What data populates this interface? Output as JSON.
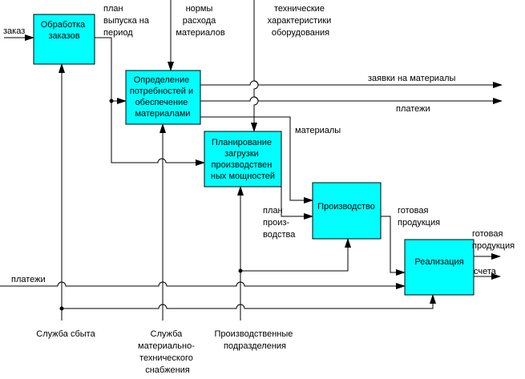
{
  "colors": {
    "box_fill": "#00ffff",
    "line": "#000000",
    "background": "#ffffff"
  },
  "boxes": {
    "order_processing": [
      "Обработка",
      "заказов"
    ],
    "materials": [
      "Определение",
      "потребностей и",
      "обеспечение",
      "материалами"
    ],
    "planning": [
      "Планирование",
      "загрузки",
      "производствен",
      "ных мощностей"
    ],
    "production": [
      "Производство"
    ],
    "sales": [
      "Реализация"
    ]
  },
  "labels": {
    "order": "заказ",
    "release_plan": [
      "план",
      "выпуска на",
      "период"
    ],
    "consumption_norms": [
      "нормы",
      "расхода",
      "материалов"
    ],
    "tech_specs": [
      "технические",
      "характеристики",
      "оборудования"
    ],
    "material_requests": "заявки на материалы",
    "payments_out": "платежи",
    "materials": "материалы",
    "production_plan": [
      "план",
      "произ-",
      "водства"
    ],
    "finished_goods_1": [
      "готовая",
      "продукция"
    ],
    "finished_goods_2": [
      "готовая",
      "продукция"
    ],
    "invoices": "счета",
    "payments_in": "платежи",
    "sales_service": "Служба сбыта",
    "supply_service": [
      "Служба",
      "материально-",
      "технического",
      "снабжения"
    ],
    "production_units": [
      "Производственные",
      "подразделения"
    ]
  }
}
